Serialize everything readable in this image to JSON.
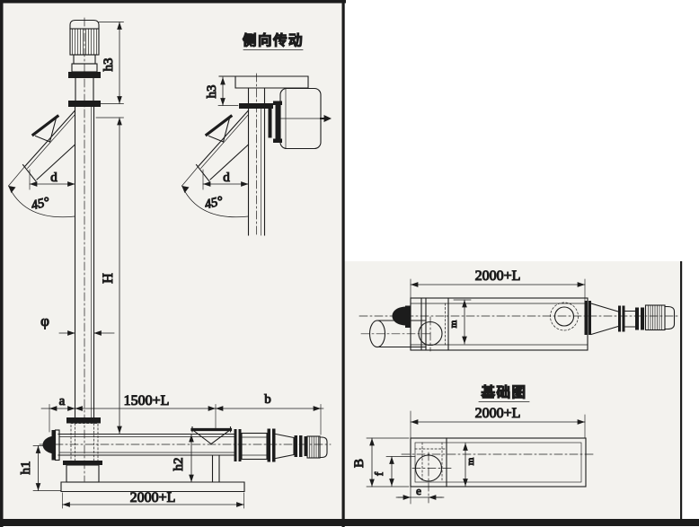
{
  "colors": {
    "line": "#1c1c1c",
    "panel_bg": "#f3f2ee",
    "page_bg": "#ffffff"
  },
  "main_view": {
    "labels": {
      "h3": "h3",
      "phi": "φ",
      "d": "d",
      "angle": "45°",
      "H": "H",
      "a": "a",
      "upper_length": "1500+L",
      "b": "b",
      "h1": "h1",
      "h2": "h2",
      "base_length": "2000+L"
    }
  },
  "side_drive_view": {
    "title": "侧向传动",
    "labels": {
      "h3": "h3",
      "d": "d",
      "angle": "45°"
    }
  },
  "top_view": {
    "labels": {
      "length": "2000+L",
      "m": "m"
    }
  },
  "foundation_view": {
    "title": "基础图",
    "labels": {
      "length": "2000+L",
      "B": "B",
      "f": "f",
      "m": "m",
      "e": "e"
    }
  }
}
